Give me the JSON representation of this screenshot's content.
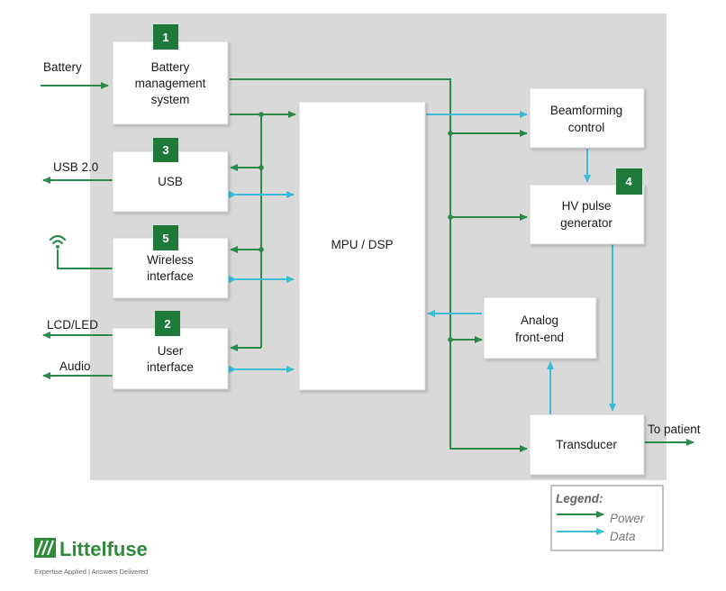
{
  "blocks": {
    "battery_mgmt": {
      "lines": [
        "Battery",
        "management",
        "system"
      ],
      "badge": "1"
    },
    "usb": {
      "lines": [
        "USB"
      ],
      "badge": "3"
    },
    "wireless": {
      "lines": [
        "Wireless",
        "interface"
      ],
      "badge": "5"
    },
    "user_if": {
      "lines": [
        "User",
        "interface"
      ],
      "badge": "2"
    },
    "mpu": {
      "lines": [
        "MPU / DSP"
      ]
    },
    "beamforming": {
      "lines": [
        "Beamforming",
        "control"
      ]
    },
    "hv_pulse": {
      "lines": [
        "HV pulse",
        "generator"
      ],
      "badge": "4"
    },
    "analog": {
      "lines": [
        "Analog",
        "front-end"
      ]
    },
    "transducer": {
      "lines": [
        "Transducer"
      ]
    }
  },
  "external_labels": {
    "battery": "Battery",
    "usb": "USB 2.0",
    "lcd": "LCD/LED",
    "audio": "Audio",
    "patient": "To patient"
  },
  "legend": {
    "title": "Legend:",
    "power": "Power",
    "data": "Data"
  },
  "colors": {
    "power": "#2a8a4a",
    "data": "#3dbbd6",
    "badge": "#1f7a3a",
    "panel": "#d9d9d9"
  },
  "logo": {
    "name": "Littelfuse",
    "tagline": "Expertise Applied | Answers Delivered"
  }
}
